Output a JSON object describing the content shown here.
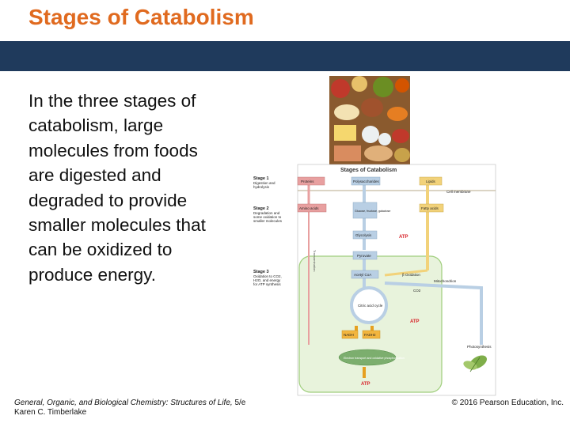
{
  "slide": {
    "title": "Stages of Catabolism",
    "body": "In the three stages of catabolism, large molecules from foods are digested and degraded to provide smaller molecules that can be oxidized to produce energy.",
    "footer_left_italic": "General, Organic, and Biological Chemistry: Structures of Life,",
    "footer_left_ed": " 5/e",
    "footer_author": "Karen C. Timberlake",
    "footer_right": "© 2016 Pearson Education, Inc."
  },
  "figure": {
    "heading": "Stages of Catabolism",
    "stage1": {
      "title": "Stage 1",
      "desc1": "Digestion and",
      "desc2": "hydrolysis"
    },
    "stage2": {
      "title": "Stage 2",
      "desc1": "Degradation and",
      "desc2": "some oxidation to",
      "desc3": "smaller molecules"
    },
    "stage3": {
      "title": "Stage 3",
      "desc1": "Oxidation to CO2,",
      "desc2": "H2O, and energy",
      "desc3": "for ATP synthesis"
    },
    "boxes": {
      "proteins": "Proteins",
      "polysaccharides": "Polysaccharides",
      "lipids": "Lipids",
      "amino_acids": "Amino acids",
      "glucose": "Glucose, fructose, galactose",
      "fatty_acids": "Fatty acids",
      "glycolysis": "Glycolysis",
      "pyruvate": "Pyruvate",
      "acetyl_coa": "Acetyl CoA",
      "citric": "Citric acid cycle",
      "nadh": "NADH",
      "fadh2": "FADH2",
      "electron": "Electron transport and oxidative phosphorylation"
    },
    "labels": {
      "cell_membrane": "Cell membrane",
      "atp": "ATP",
      "beta_oxidation": "β Oxidation",
      "mitochondrion": "Mitochondrion",
      "co2": "CO2",
      "photosynthesis": "Photosynthesis",
      "transamination": "Transamination"
    },
    "colors": {
      "proteins": "#e8a0a0",
      "carbs": "#b9cfe4",
      "lipids": "#f2d27a",
      "mito": "#e8f3dc",
      "mito_border": "#9fce7c",
      "atp": "#d8232a"
    }
  }
}
